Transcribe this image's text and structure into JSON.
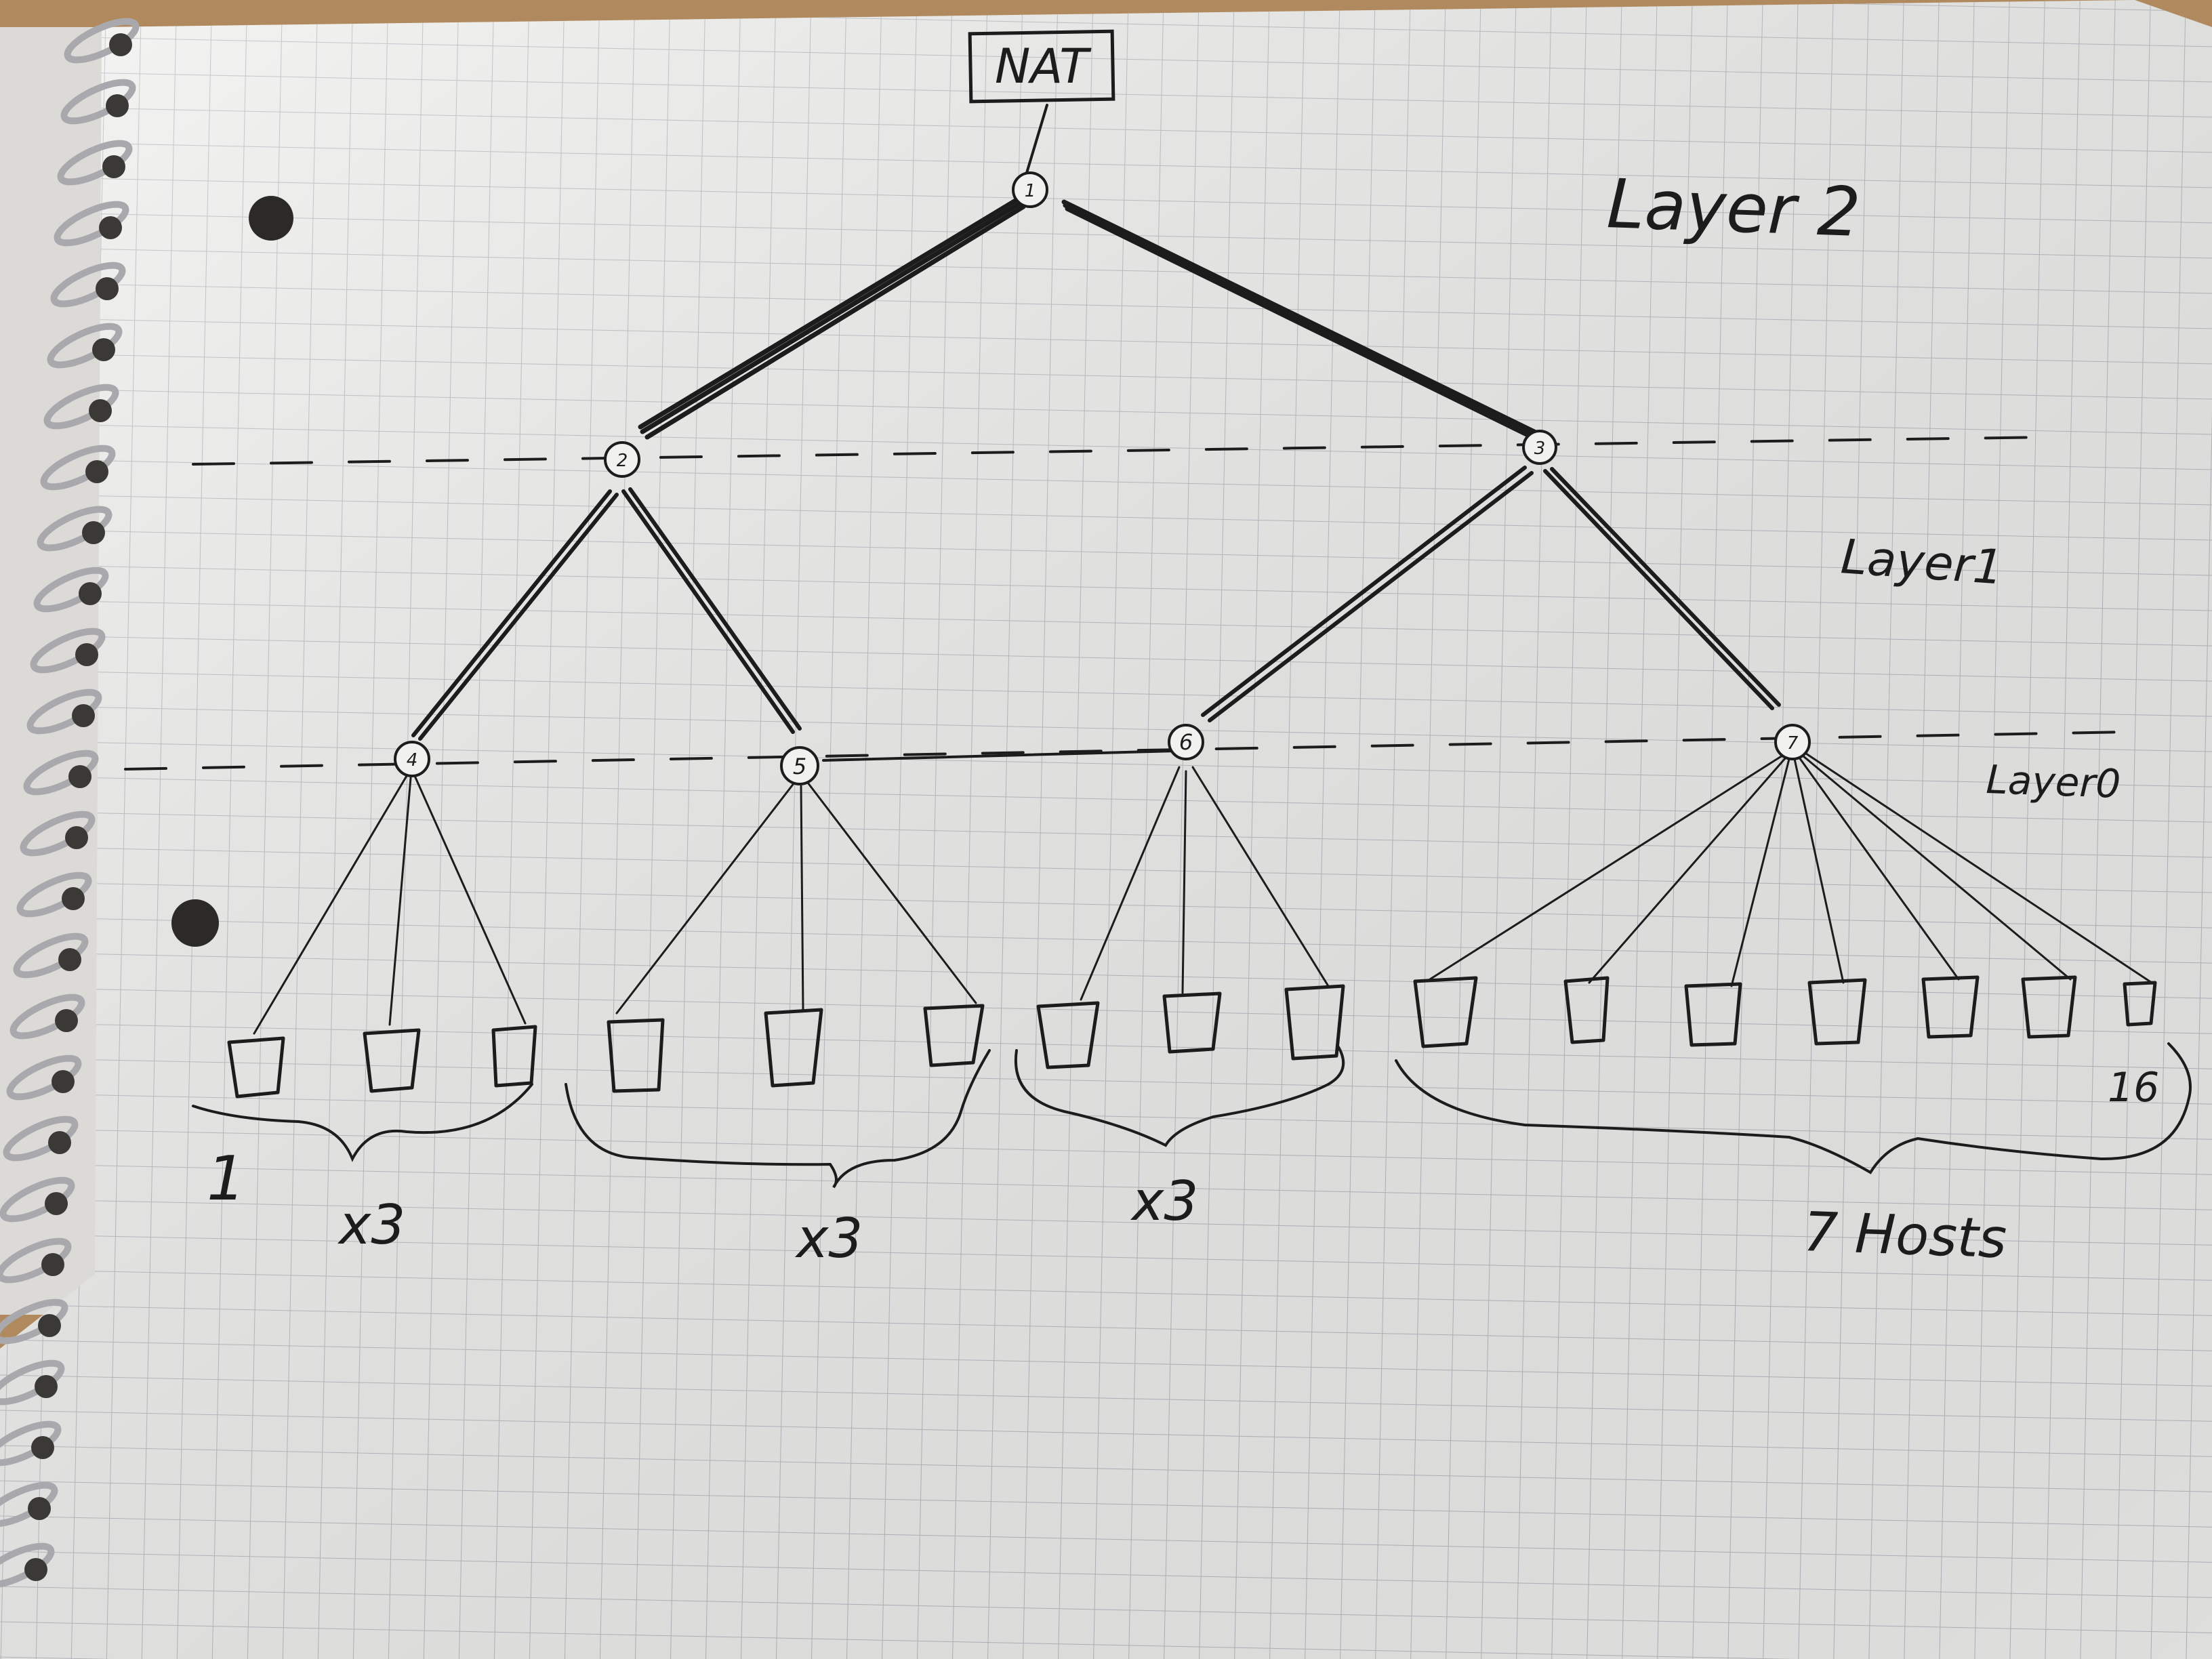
{
  "diagram": {
    "root": {
      "label": "NAT"
    },
    "layer_labels": {
      "layer2": "Layer 2",
      "layer1": "Layer1",
      "layer0": "Layer0"
    },
    "switch_numbers": [
      "1",
      "2",
      "3",
      "4",
      "5",
      "6",
      "7"
    ],
    "group_labels": {
      "g1": "x3",
      "g2": "x3",
      "g3": "x3",
      "g4": "7 Hosts"
    },
    "host_labels": {
      "first": "1",
      "last": "16"
    }
  },
  "colors": {
    "ink": "#1c1c1c",
    "paper": "#f1f1ef",
    "grid": "#b9bcc4",
    "desk": "#b08a5e",
    "ring": "#a9a9ad"
  }
}
